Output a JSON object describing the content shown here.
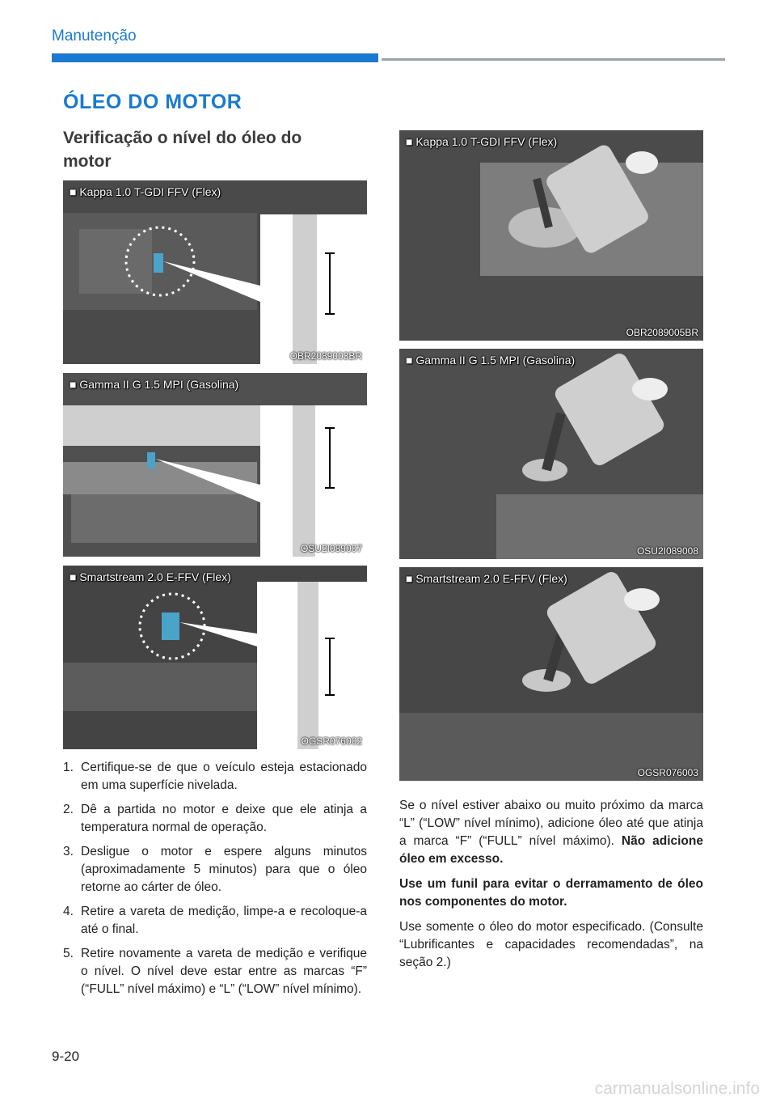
{
  "header": {
    "section": "Manutenção"
  },
  "title": "ÓLEO DO MOTOR",
  "subtitle": "Verificação o nível do óleo do motor",
  "figures": {
    "left": [
      {
        "caption": "■ Kappa 1.0 T-GDI FFV (Flex)",
        "code": "OBR2089003BR"
      },
      {
        "caption": "■ Gamma II G 1.5 MPI (Gasolina)",
        "code": "OSU2I089007"
      },
      {
        "caption": "■ Smartstream 2.0 E-FFV (Flex)",
        "code": "OGSR076002"
      }
    ],
    "right": [
      {
        "caption": "■ Kappa 1.0 T-GDI FFV (Flex)",
        "code": "OBR2089005BR"
      },
      {
        "caption": "■ Gamma II G 1.5 MPI (Gasolina)",
        "code": "OSU2I089008"
      },
      {
        "caption": "■ Smartstream 2.0 E-FFV (Flex)",
        "code": "OGSR076003"
      }
    ]
  },
  "steps": [
    {
      "n": "1.",
      "text": "Certifique-se de que o veículo esteja estacionado em uma superfície nivelada."
    },
    {
      "n": "2.",
      "text": "Dê a partida no motor e deixe que ele atinja a temperatura normal de operação."
    },
    {
      "n": "3.",
      "text": "Desligue o motor e espere alguns minutos (aproximadamente 5 minutos) para que o óleo retorne ao cárter de óleo."
    },
    {
      "n": "4.",
      "text": "Retire a vareta de medição, limpe-a e recoloque-a até o final."
    },
    {
      "n": "5.",
      "text": "Retire novamente a vareta de medição e verifique o nível. O nível deve estar entre as marcas “F” (“FULL” nível máximo) e “L” (“LOW” nível mínimo)."
    }
  ],
  "right_text": {
    "p1": "Se o nível estiver abaixo ou muito próximo da marca “L” (“LOW” nível mínimo), adicione óleo até que atinja a marca “F” (“FULL” nível máximo).",
    "p1_bold": "Não adicione óleo em excesso.",
    "p2": "Use um funil para evitar o derramamento de óleo nos componentes do motor.",
    "p3": "Use somente o óleo do motor especificado. (Consulte “Lubrificantes e capacidades recomendadas”, na seção 2.)"
  },
  "footer": {
    "page": "9-20",
    "watermark": "carmanualsonline.info"
  }
}
